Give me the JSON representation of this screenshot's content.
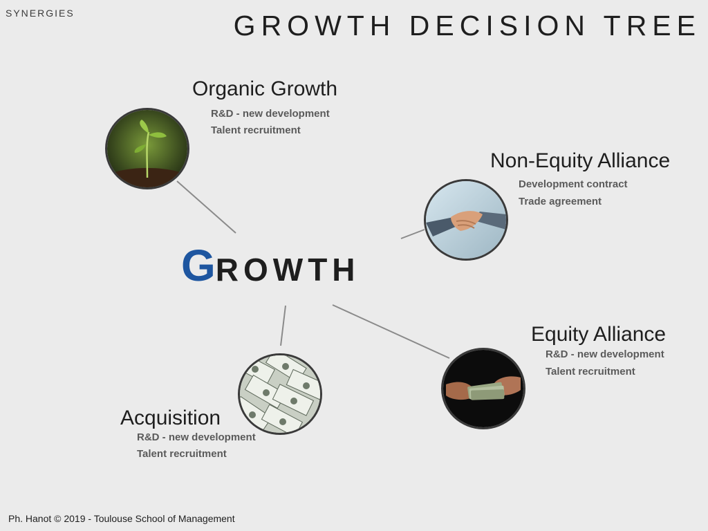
{
  "header": {
    "section_tag": "SYNERGIES",
    "slide_title": "GROWTH DECISION TREE"
  },
  "center": {
    "first_letter": "G",
    "rest": "ROWTH",
    "accent_color": "#1e56a0"
  },
  "branches": [
    {
      "title": "Organic Growth",
      "items": [
        "R&D - new development",
        "Talent recruitment"
      ],
      "icon": "seedling-photo"
    },
    {
      "title": "Non-Equity Alliance",
      "items": [
        "Development contract",
        "Trade agreement"
      ],
      "icon": "handshake-photo"
    },
    {
      "title": "Equity Alliance",
      "items": [
        "R&D - new development",
        "Talent recruitment"
      ],
      "icon": "cash-exchange-photo"
    },
    {
      "title": "Acquisition",
      "items": [
        "R&D - new development",
        "Talent recruitment"
      ],
      "icon": "dollar-bills-photo"
    }
  ],
  "footer": {
    "text": "Ph. Hanot © 2019  -  Toulouse School of Management"
  }
}
